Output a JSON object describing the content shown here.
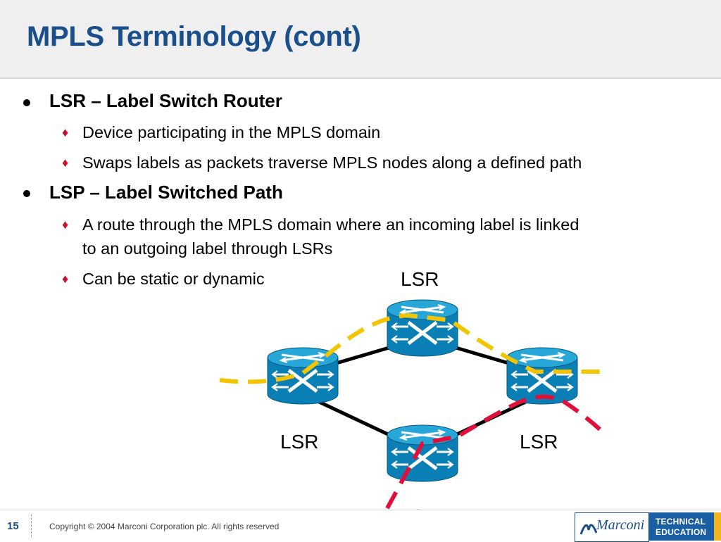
{
  "slide": {
    "title": "MPLS Terminology (cont)"
  },
  "bullets": [
    {
      "heading": "LSR – Label Switch Router",
      "items": [
        "Device participating in the MPLS domain",
        "Swaps labels as packets traverse MPLS nodes along a defined path"
      ]
    },
    {
      "heading": "LSP – Label Switched Path",
      "items": [
        "A route through the MPLS domain where an incoming label is linked",
        "to an outgoing label through LSRs",
        "Can be static or dynamic"
      ]
    }
  ],
  "diagram": {
    "routers": [
      {
        "label": "LSR"
      },
      {
        "label": "LSR"
      },
      {
        "label": "LSR"
      },
      {
        "label": "LSR"
      }
    ],
    "colors": {
      "router_body": "#0a7fb5",
      "router_top": "#27a6d8",
      "link": "#000000",
      "lsp_yellow": "#f5c400",
      "lsp_red": "#e0103a"
    }
  },
  "footer": {
    "page_number": "15",
    "copyright": "Copyright © 2004 Marconi Corporation plc. All rights reserved",
    "logo_text": "Marconi",
    "badge_line1": "TECHNICAL",
    "badge_line2": "EDUCATION"
  }
}
